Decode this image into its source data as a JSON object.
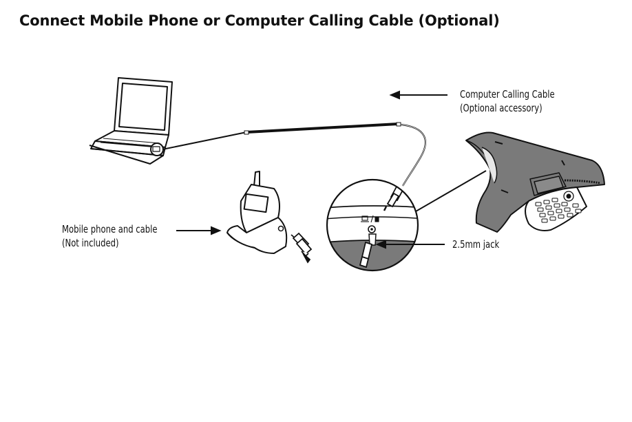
{
  "title": "Connect Mobile Phone or Computer Calling Cable (Optional)",
  "labels": {
    "computer_cable_line1": "Computer Calling Cable",
    "computer_cable_line2": "(Optional accessory)",
    "mobile_line1": "Mobile phone and cable",
    "mobile_line2": "(Not included)",
    "jack": "2.5mm jack"
  },
  "icons": [
    "laptop-icon",
    "mobile-phone-icon",
    "conference-phone-icon",
    "jack-callout-icon",
    "arrow-icon",
    "jack-symbol-icon"
  ],
  "colors": {
    "line": "#111111",
    "device_gray": "#7a7a7a",
    "dark_gray": "#595959"
  }
}
